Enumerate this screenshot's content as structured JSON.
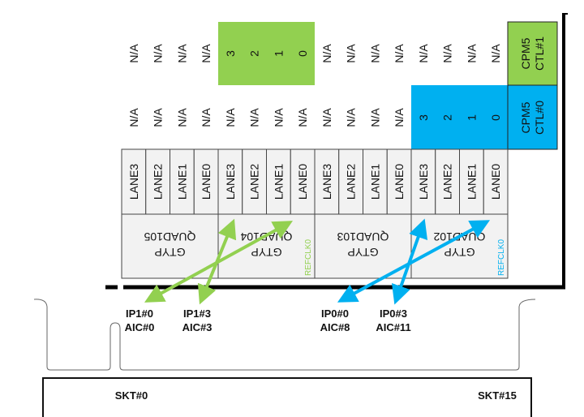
{
  "colors": {
    "green": "#92d050",
    "blue": "#00b0f0",
    "cell_fill": "#f2f2f2",
    "line": "#000000"
  },
  "ctl1_row": [
    "N/A",
    "N/A",
    "N/A",
    "N/A",
    "3",
    "2",
    "1",
    "0",
    "N/A",
    "N/A",
    "N/A",
    "N/A",
    "N/A",
    "N/A",
    "N/A",
    "N/A"
  ],
  "ctl0_row": [
    "N/A",
    "N/A",
    "N/A",
    "N/A",
    "N/A",
    "N/A",
    "N/A",
    "N/A",
    "N/A",
    "N/A",
    "N/A",
    "N/A",
    "3",
    "2",
    "1",
    "0"
  ],
  "cpm": {
    "ctl1": [
      "CPM5",
      "CTL#1"
    ],
    "ctl0": [
      "CPM5",
      "CTL#0"
    ]
  },
  "lanes": [
    "LANE3",
    "LANE2",
    "LANE1",
    "LANE0",
    "LANE3",
    "LANE2",
    "LANE1",
    "LANE0",
    "LANE3",
    "LANE2",
    "LANE1",
    "LANE0",
    "LANE3",
    "LANE2",
    "LANE1",
    "LANE0"
  ],
  "quads": [
    {
      "line1": "GTYP",
      "line2": "QUAD105"
    },
    {
      "line1": "GTYP",
      "line2": "QUAD104",
      "refclk": "REFCLK0"
    },
    {
      "line1": "GTYP",
      "line2": "QUAD103"
    },
    {
      "line1": "GTYP",
      "line2": "QUAD102",
      "refclk": "REFCLK0"
    }
  ],
  "ips": [
    {
      "line1": "IP1#0",
      "line2": "AIC#0"
    },
    {
      "line1": "IP1#3",
      "line2": "AIC#3"
    },
    {
      "line1": "IP0#0",
      "line2": "AIC#8"
    },
    {
      "line1": "IP0#3",
      "line2": "AIC#11"
    }
  ],
  "sockets": {
    "first": "SKT#0",
    "last": "SKT#15"
  }
}
